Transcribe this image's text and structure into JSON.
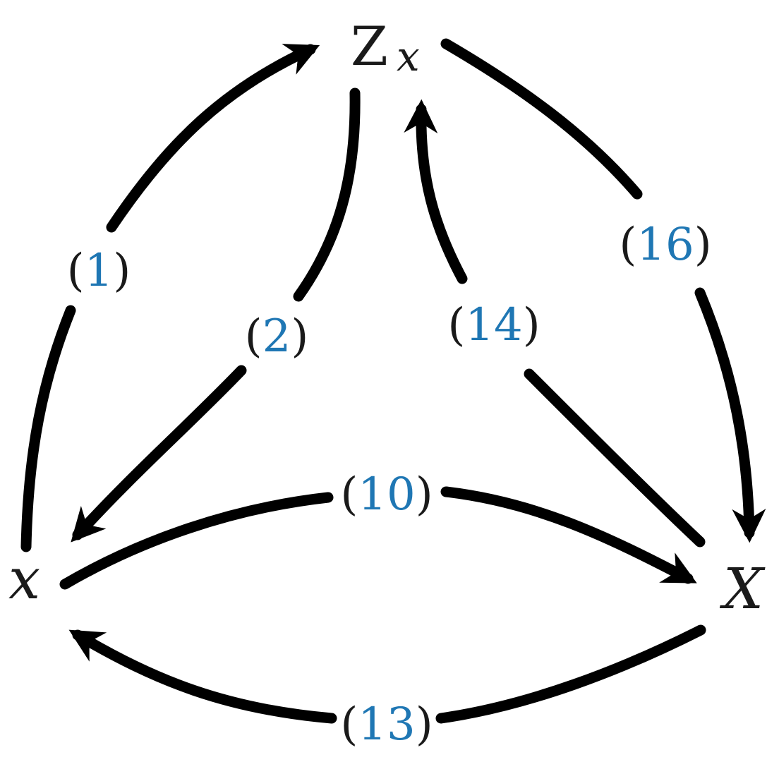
{
  "nodes": {
    "x": {
      "label": "x"
    },
    "Zx": {
      "label": "Z",
      "subscript": "x"
    },
    "X": {
      "label": "X"
    }
  },
  "edges": [
    {
      "id": "1",
      "label_number": "1",
      "from": "x",
      "to": "Zx"
    },
    {
      "id": "2",
      "label_number": "2",
      "from": "Zx",
      "to": "x"
    },
    {
      "id": "10",
      "label_number": "10",
      "from": "x",
      "to": "X"
    },
    {
      "id": "13",
      "label_number": "13",
      "from": "X",
      "to": "x"
    },
    {
      "id": "14",
      "label_number": "14",
      "from": "X",
      "to": "Zx"
    },
    {
      "id": "16",
      "label_number": "16",
      "from": "Zx",
      "to": "X"
    }
  ],
  "label_brackets": {
    "open": "(",
    "close": ")"
  },
  "colors": {
    "arrow": "#000000",
    "node_text": "#1a1a1a",
    "label_number": "#1f77b4"
  }
}
